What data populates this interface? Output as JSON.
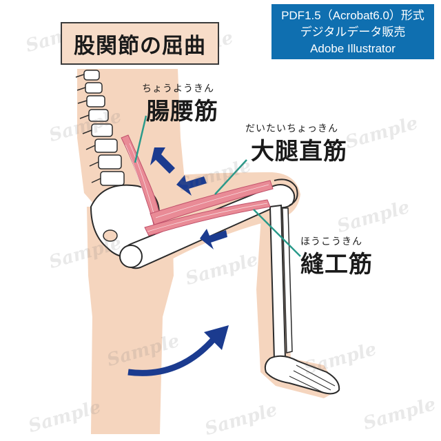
{
  "title": "股関節の屈曲",
  "format_info": {
    "line1": "PDF1.5（Acrobat6.0）形式",
    "line2": "デジタルデータ販売",
    "line3": "Adobe Illustrator"
  },
  "labels": {
    "iliopsoas": {
      "reading": "ちょうようきん",
      "name": "腸腰筋"
    },
    "rectus_femoris": {
      "reading": "だいたいちょっきん",
      "name": "大腿直筋"
    },
    "sartorius": {
      "reading": "ほうこうきん",
      "name": "縫工筋"
    }
  },
  "watermark": "Sample",
  "colors": {
    "skin": "#f5d5be",
    "muscle": "#e98b96",
    "bone": "#ffffff",
    "outline": "#2b2b2b",
    "arrow": "#1b3b8f",
    "leader_line": "#2a9a8a",
    "info_bg": "#0f6fb0",
    "title_bg": "#f7dcc8"
  }
}
